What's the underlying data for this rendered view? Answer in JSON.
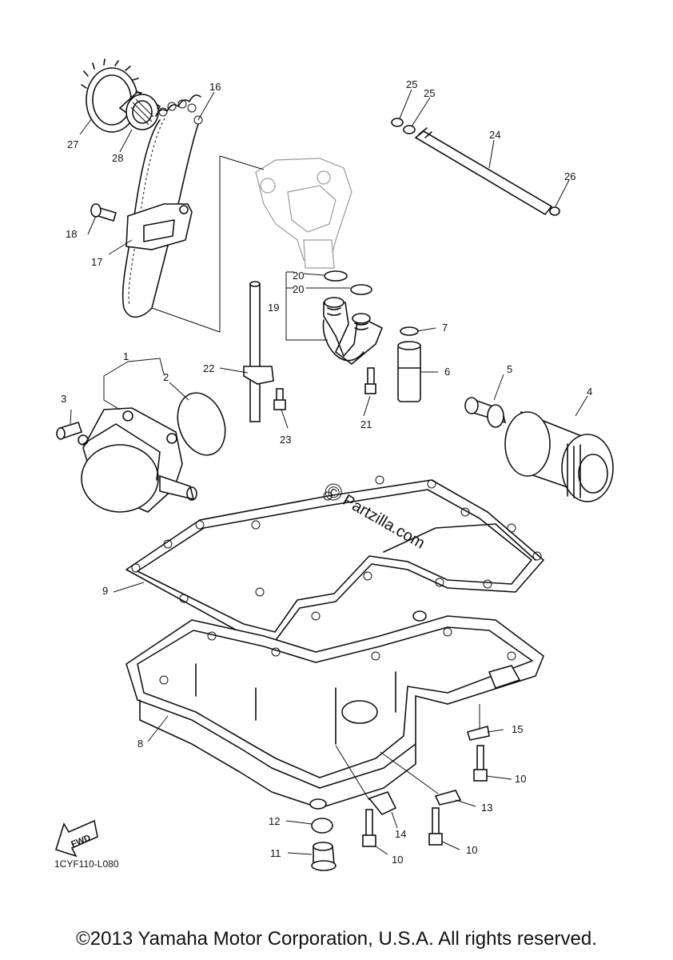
{
  "diagram": {
    "callouts": [
      {
        "id": "c1",
        "label": "1"
      },
      {
        "id": "c2",
        "label": "2"
      },
      {
        "id": "c3",
        "label": "3"
      },
      {
        "id": "c4",
        "label": "4"
      },
      {
        "id": "c5",
        "label": "5"
      },
      {
        "id": "c6",
        "label": "6"
      },
      {
        "id": "c7",
        "label": "7"
      },
      {
        "id": "c8",
        "label": "8"
      },
      {
        "id": "c9",
        "label": "9"
      },
      {
        "id": "c10a",
        "label": "10"
      },
      {
        "id": "c10b",
        "label": "10"
      },
      {
        "id": "c10c",
        "label": "10"
      },
      {
        "id": "c11",
        "label": "11"
      },
      {
        "id": "c12",
        "label": "12"
      },
      {
        "id": "c13",
        "label": "13"
      },
      {
        "id": "c14",
        "label": "14"
      },
      {
        "id": "c15",
        "label": "15"
      },
      {
        "id": "c16",
        "label": "16"
      },
      {
        "id": "c17",
        "label": "17"
      },
      {
        "id": "c18",
        "label": "18"
      },
      {
        "id": "c19",
        "label": "19"
      },
      {
        "id": "c20a",
        "label": "20"
      },
      {
        "id": "c20b",
        "label": "20"
      },
      {
        "id": "c21",
        "label": "21"
      },
      {
        "id": "c22",
        "label": "22"
      },
      {
        "id": "c23",
        "label": "23"
      },
      {
        "id": "c24",
        "label": "24"
      },
      {
        "id": "c25a",
        "label": "25"
      },
      {
        "id": "c25b",
        "label": "25"
      },
      {
        "id": "c26",
        "label": "26"
      },
      {
        "id": "c27",
        "label": "27"
      },
      {
        "id": "c28",
        "label": "28"
      }
    ],
    "diagram_code": "1CYF110-L080",
    "fwd_label": "FWD",
    "watermark_symbol": "©",
    "watermark_text": "Partzilla.com"
  },
  "copyright": "©2013 Yamaha Motor Corporation, U.S.A. All rights reserved."
}
